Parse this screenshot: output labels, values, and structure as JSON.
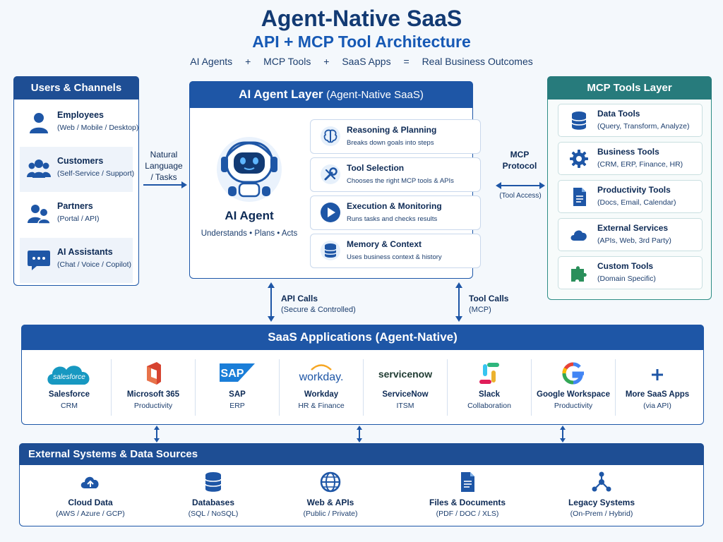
{
  "header": {
    "title": "Agent-Native SaaS",
    "subtitle": "API + MCP Tool Architecture",
    "equation": [
      "AI Agents",
      "+",
      "MCP Tools",
      "+",
      "SaaS Apps",
      "=",
      "Real Business Outcomes"
    ]
  },
  "users": {
    "title": "Users & Channels",
    "items": [
      {
        "label": "Employees",
        "sub": "(Web / Mobile / Desktop)",
        "icon": "person-icon"
      },
      {
        "label": "Customers",
        "sub": "(Self-Service / Support)",
        "icon": "group-icon"
      },
      {
        "label": "Partners",
        "sub": "(Portal / API)",
        "icon": "partners-icon"
      },
      {
        "label": "AI Assistants",
        "sub": "(Chat / Voice / Copilot)",
        "icon": "chat-bubble-icon"
      }
    ]
  },
  "flows": {
    "natural_language": [
      "Natural",
      "Language",
      "/ Tasks"
    ],
    "mcp_protocol": [
      "MCP",
      "Protocol"
    ],
    "mcp_protocol_sub": [
      "(Tool Access)"
    ],
    "api_calls": "API Calls",
    "api_calls_sub": "(Secure & Controlled)",
    "tool_calls": "Tool Calls",
    "tool_calls_sub": "(MCP)"
  },
  "agent_layer": {
    "title": "AI Agent Layer",
    "title_note": "(Agent-Native SaaS)",
    "agent_name": "AI Agent",
    "agent_desc": "Understands • Plans • Acts",
    "capabilities": [
      {
        "label": "Reasoning & Planning",
        "sub": "Breaks down goals into steps",
        "icon": "brain-icon"
      },
      {
        "label": "Tool Selection",
        "sub": "Chooses the right MCP tools & APIs",
        "icon": "wrench-icon"
      },
      {
        "label": "Execution & Monitoring",
        "sub": "Runs tasks and checks results",
        "icon": "play-icon"
      },
      {
        "label": "Memory & Context",
        "sub": "Uses business context & history",
        "icon": "database-icon"
      }
    ]
  },
  "mcp_tools": {
    "title": "MCP Tools Layer",
    "items": [
      {
        "label": "Data Tools",
        "sub": "(Query, Transform, Analyze)",
        "icon": "database-icon"
      },
      {
        "label": "Business Tools",
        "sub": "(CRM, ERP, Finance, HR)",
        "icon": "gear-icon"
      },
      {
        "label": "Productivity Tools",
        "sub": "(Docs, Email, Calendar)",
        "icon": "document-icon"
      },
      {
        "label": "External Services",
        "sub": "(APIs, Web, 3rd Party)",
        "icon": "cloud-icon"
      },
      {
        "label": "Custom Tools",
        "sub": "(Domain Specific)",
        "icon": "puzzle-icon"
      }
    ]
  },
  "saas": {
    "title": "SaaS Applications (Agent-Native)",
    "apps": [
      {
        "label": "Salesforce",
        "sub": "CRM",
        "logo_text": "salesforce",
        "icon": "salesforce-logo"
      },
      {
        "label": "Microsoft 365",
        "sub": "Productivity",
        "icon": "microsoft-365-logo"
      },
      {
        "label": "SAP",
        "sub": "ERP",
        "logo_text": "SAP",
        "icon": "sap-logo"
      },
      {
        "label": "Workday",
        "sub": "HR & Finance",
        "logo_text": "workday.",
        "icon": "workday-logo"
      },
      {
        "label": "ServiceNow",
        "sub": "ITSM",
        "logo_text": "servicenow",
        "icon": "servicenow-logo"
      },
      {
        "label": "Slack",
        "sub": "Collaboration",
        "icon": "slack-logo"
      },
      {
        "label": "Google Workspace",
        "sub": "Productivity",
        "icon": "google-logo"
      },
      {
        "label": "More SaaS Apps",
        "sub": "(via API)",
        "icon": "plus-icon"
      }
    ]
  },
  "external": {
    "title": "External Systems & Data Sources",
    "items": [
      {
        "label": "Cloud Data",
        "sub": "(AWS / Azure / GCP)",
        "icon": "cloud-upload-icon"
      },
      {
        "label": "Databases",
        "sub": "(SQL / NoSQL)",
        "icon": "database-icon"
      },
      {
        "label": "Web & APIs",
        "sub": "(Public / Private)",
        "icon": "globe-icon"
      },
      {
        "label": "Files & Documents",
        "sub": "(PDF / DOC / XLS)",
        "icon": "file-icon"
      },
      {
        "label": "Legacy Systems",
        "sub": "(On-Prem / Hybrid)",
        "icon": "network-icon"
      }
    ]
  },
  "colors": {
    "primary": "#1e56a6",
    "navy": "#123a73",
    "teal": "#277b7c",
    "text": "#0d2a55"
  }
}
